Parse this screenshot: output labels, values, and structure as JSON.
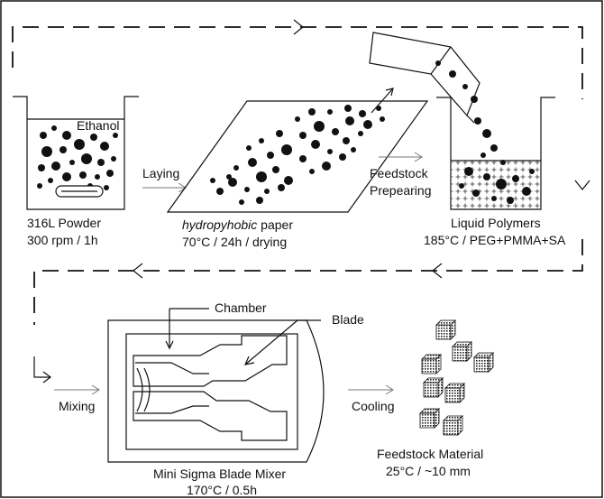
{
  "labels": {
    "ethanol": "Ethanol",
    "powder_line1": "316L Powder",
    "powder_line2": "300 rpm / 1h",
    "laying": "Laying",
    "paper_italic": "hydropyhobic",
    "paper_rest": " paper",
    "paper_line2": "70°C / 24h / drying",
    "feedstock": "Feedstock",
    "prepearing": "Prepearing",
    "liquid_line1": "Liquid Polymers",
    "liquid_line2": "185°C / PEG+PMMA+SA",
    "chamber": "Chamber",
    "blade": "Blade",
    "mixing": "Mixing",
    "cooling": "Cooling",
    "mixer_line1": "Mini Sigma Blade Mixer",
    "mixer_line2": "170°C / 0.5h",
    "material_line1": "Feedstock Material",
    "material_line2": "25°C / ~10 mm"
  },
  "colors": {
    "ink": "#111111",
    "flow_arrow": "#777777"
  }
}
